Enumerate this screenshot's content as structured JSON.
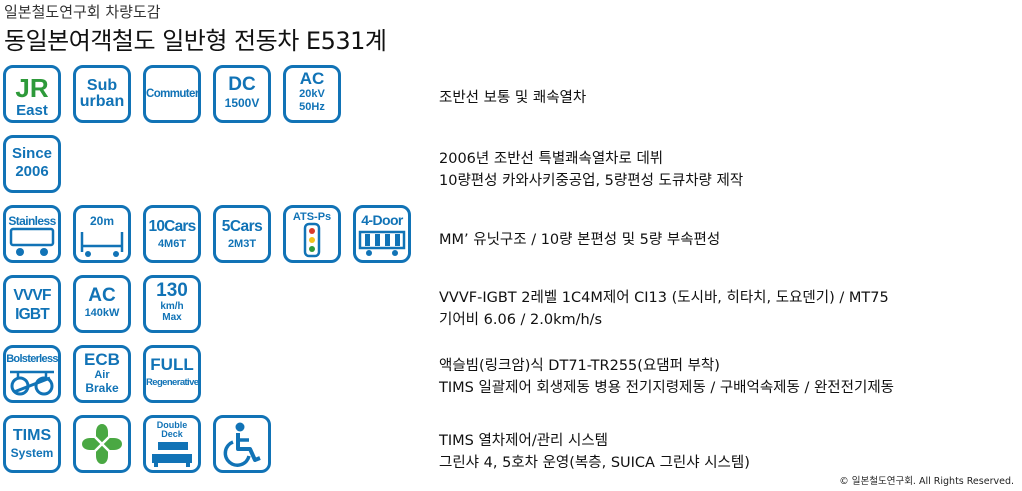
{
  "header": {
    "subtitle": "일본철도연구회 차량도감",
    "title": "동일본여객철도 일반형 전동차 E531계"
  },
  "icons": {
    "jr": {
      "letters": "JR",
      "name": "East"
    },
    "suburban": {
      "line1": "Sub",
      "line2": "urban"
    },
    "commuter": {
      "label": "Commuter"
    },
    "dc": {
      "line1": "DC",
      "line2": "1500V"
    },
    "ac": {
      "line1": "AC",
      "line2": "20kV",
      "line3": "50Hz"
    },
    "since": {
      "line1": "Since",
      "line2": "2006"
    },
    "stainless": {
      "label": "Stainless"
    },
    "length": {
      "label": "20m"
    },
    "cars10": {
      "line1": "10Cars",
      "line2": "4M6T"
    },
    "cars5": {
      "line1": "5Cars",
      "line2": "2M3T"
    },
    "ats": {
      "label": "ATS-Ps"
    },
    "door": {
      "label": "4-Door"
    },
    "vvvf": {
      "line1": "VVVF",
      "line2": "IGBT"
    },
    "acmotor": {
      "line1": "AC",
      "line2": "140kW"
    },
    "speed": {
      "line1": "130",
      "line2": "km/h",
      "line3": "Max"
    },
    "bolsterless": {
      "label": "Bolsterless"
    },
    "ecb": {
      "line1": "ECB",
      "line2": "Air",
      "line3": "Brake"
    },
    "regen": {
      "line1": "FULL",
      "line2": "Regenerative"
    },
    "tims": {
      "line1": "TIMS",
      "line2": "System"
    },
    "doubledeck": {
      "line1": "Double",
      "line2": "Deck"
    }
  },
  "rows": [
    {
      "lines": [
        "조반선 보통 및 쾌속열차"
      ]
    },
    {
      "lines": [
        "2006년 조반선 특별쾌속열차로 데뷔",
        "10량편성 카와사키중공업, 5량편성 도큐차량 제작"
      ]
    },
    {
      "lines": [
        "MM’ 유닛구조 / 10량 본편성 및 5량 부속편성"
      ]
    },
    {
      "lines": [
        "VVVF-IGBT 2레벨 1C4M제어 CI13 (도시바, 히타치, 도요덴기) / MT75",
        "기어비 6.06 / 2.0km/h/s"
      ]
    },
    {
      "lines": [
        "액슬빔(링크암)식 DT71-TR255(요댐퍼 부착)",
        "TIMS 일괄제어 회생제동 병용 전기지령제동 / 구배억속제동 / 완전전기제동"
      ]
    },
    {
      "lines": [
        "TIMS 열차제어/관리 시스템",
        "그린샤 4, 5호차 운영(복층, SUICA 그린샤 시스템)"
      ]
    }
  ],
  "footer": {
    "copyright": "© 일본철도연구회. All Rights Reserved."
  },
  "colors": {
    "icon_blue": "#1173b6",
    "jr_green": "#2e9a3a",
    "green_car": "#4aa843"
  }
}
